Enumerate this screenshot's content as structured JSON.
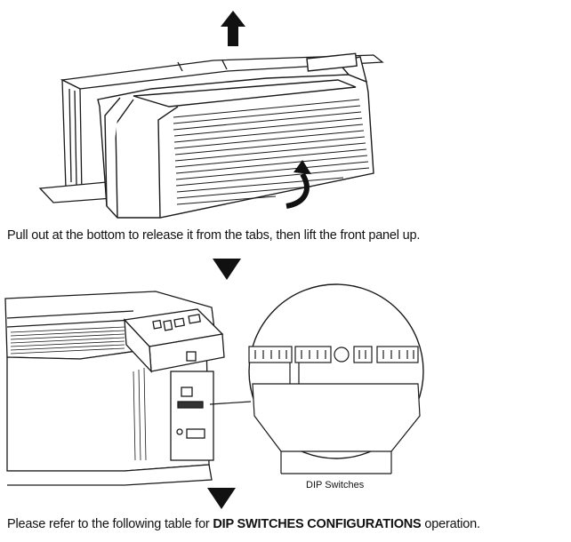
{
  "step1": {
    "caption": "Pull out at the bottom to release it from the tabs, then lift the front panel up."
  },
  "step2": {
    "callout_label": "DIP Switches",
    "caption_prefix": "Please refer to the following table for ",
    "caption_bold": "DIP SWITCHES CONFIGURATIONS",
    "caption_suffix": " operation."
  },
  "icons": [
    "up-arrow-icon",
    "curved-arrow-icon",
    "down-triangle-icon"
  ],
  "colors": {
    "line": "#1a1a1a",
    "fill": "#ffffff",
    "dark": "#111111"
  }
}
